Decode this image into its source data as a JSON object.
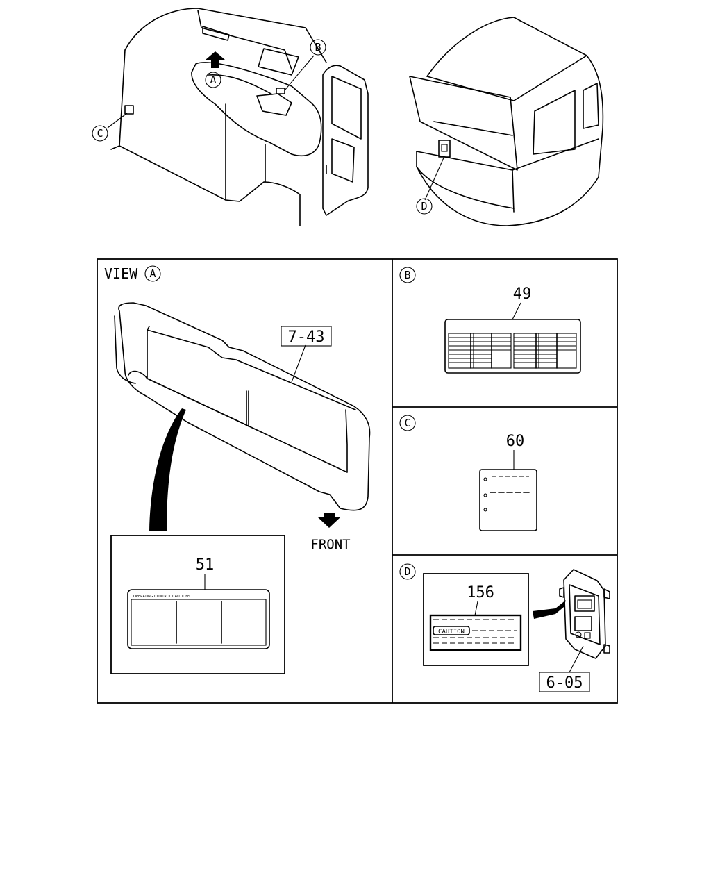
{
  "callouts": {
    "a": "A",
    "b": "B",
    "c": "C",
    "d": "D"
  },
  "view_a": {
    "prefix": "VIEW",
    "letter": "A"
  },
  "parts": {
    "p743": "7-43",
    "p49": "49",
    "p60": "60",
    "p51": "51",
    "p156": "156",
    "p605": "6-05"
  },
  "front_label": "FRONT",
  "caution_text": "CAUTION",
  "label51_header": "OPERATING CONTROL CAUTIONS"
}
